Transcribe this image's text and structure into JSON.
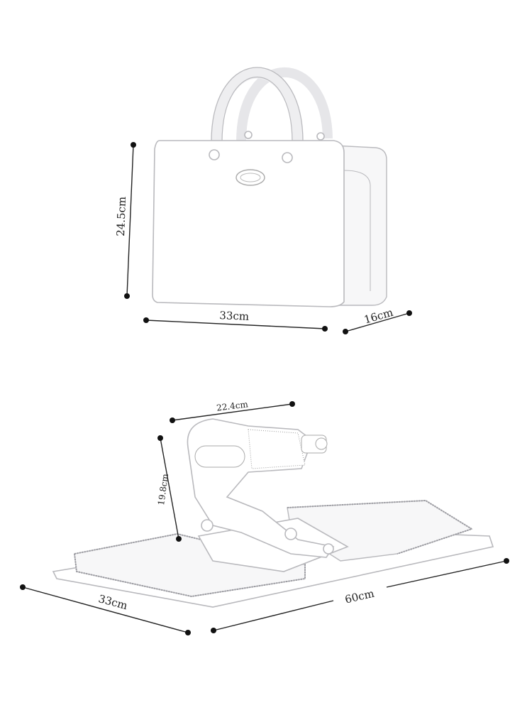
{
  "bag_dimensions": {
    "height": "24.5cm",
    "width": "33cm",
    "depth": "16cm"
  },
  "unfolded_dimensions": {
    "device_width": "22.4cm",
    "device_height": "19.8cm",
    "depth": "33cm",
    "length": "60cm"
  },
  "colors": {
    "outline": "#b9b9bd",
    "dimension_line": "#222222"
  }
}
